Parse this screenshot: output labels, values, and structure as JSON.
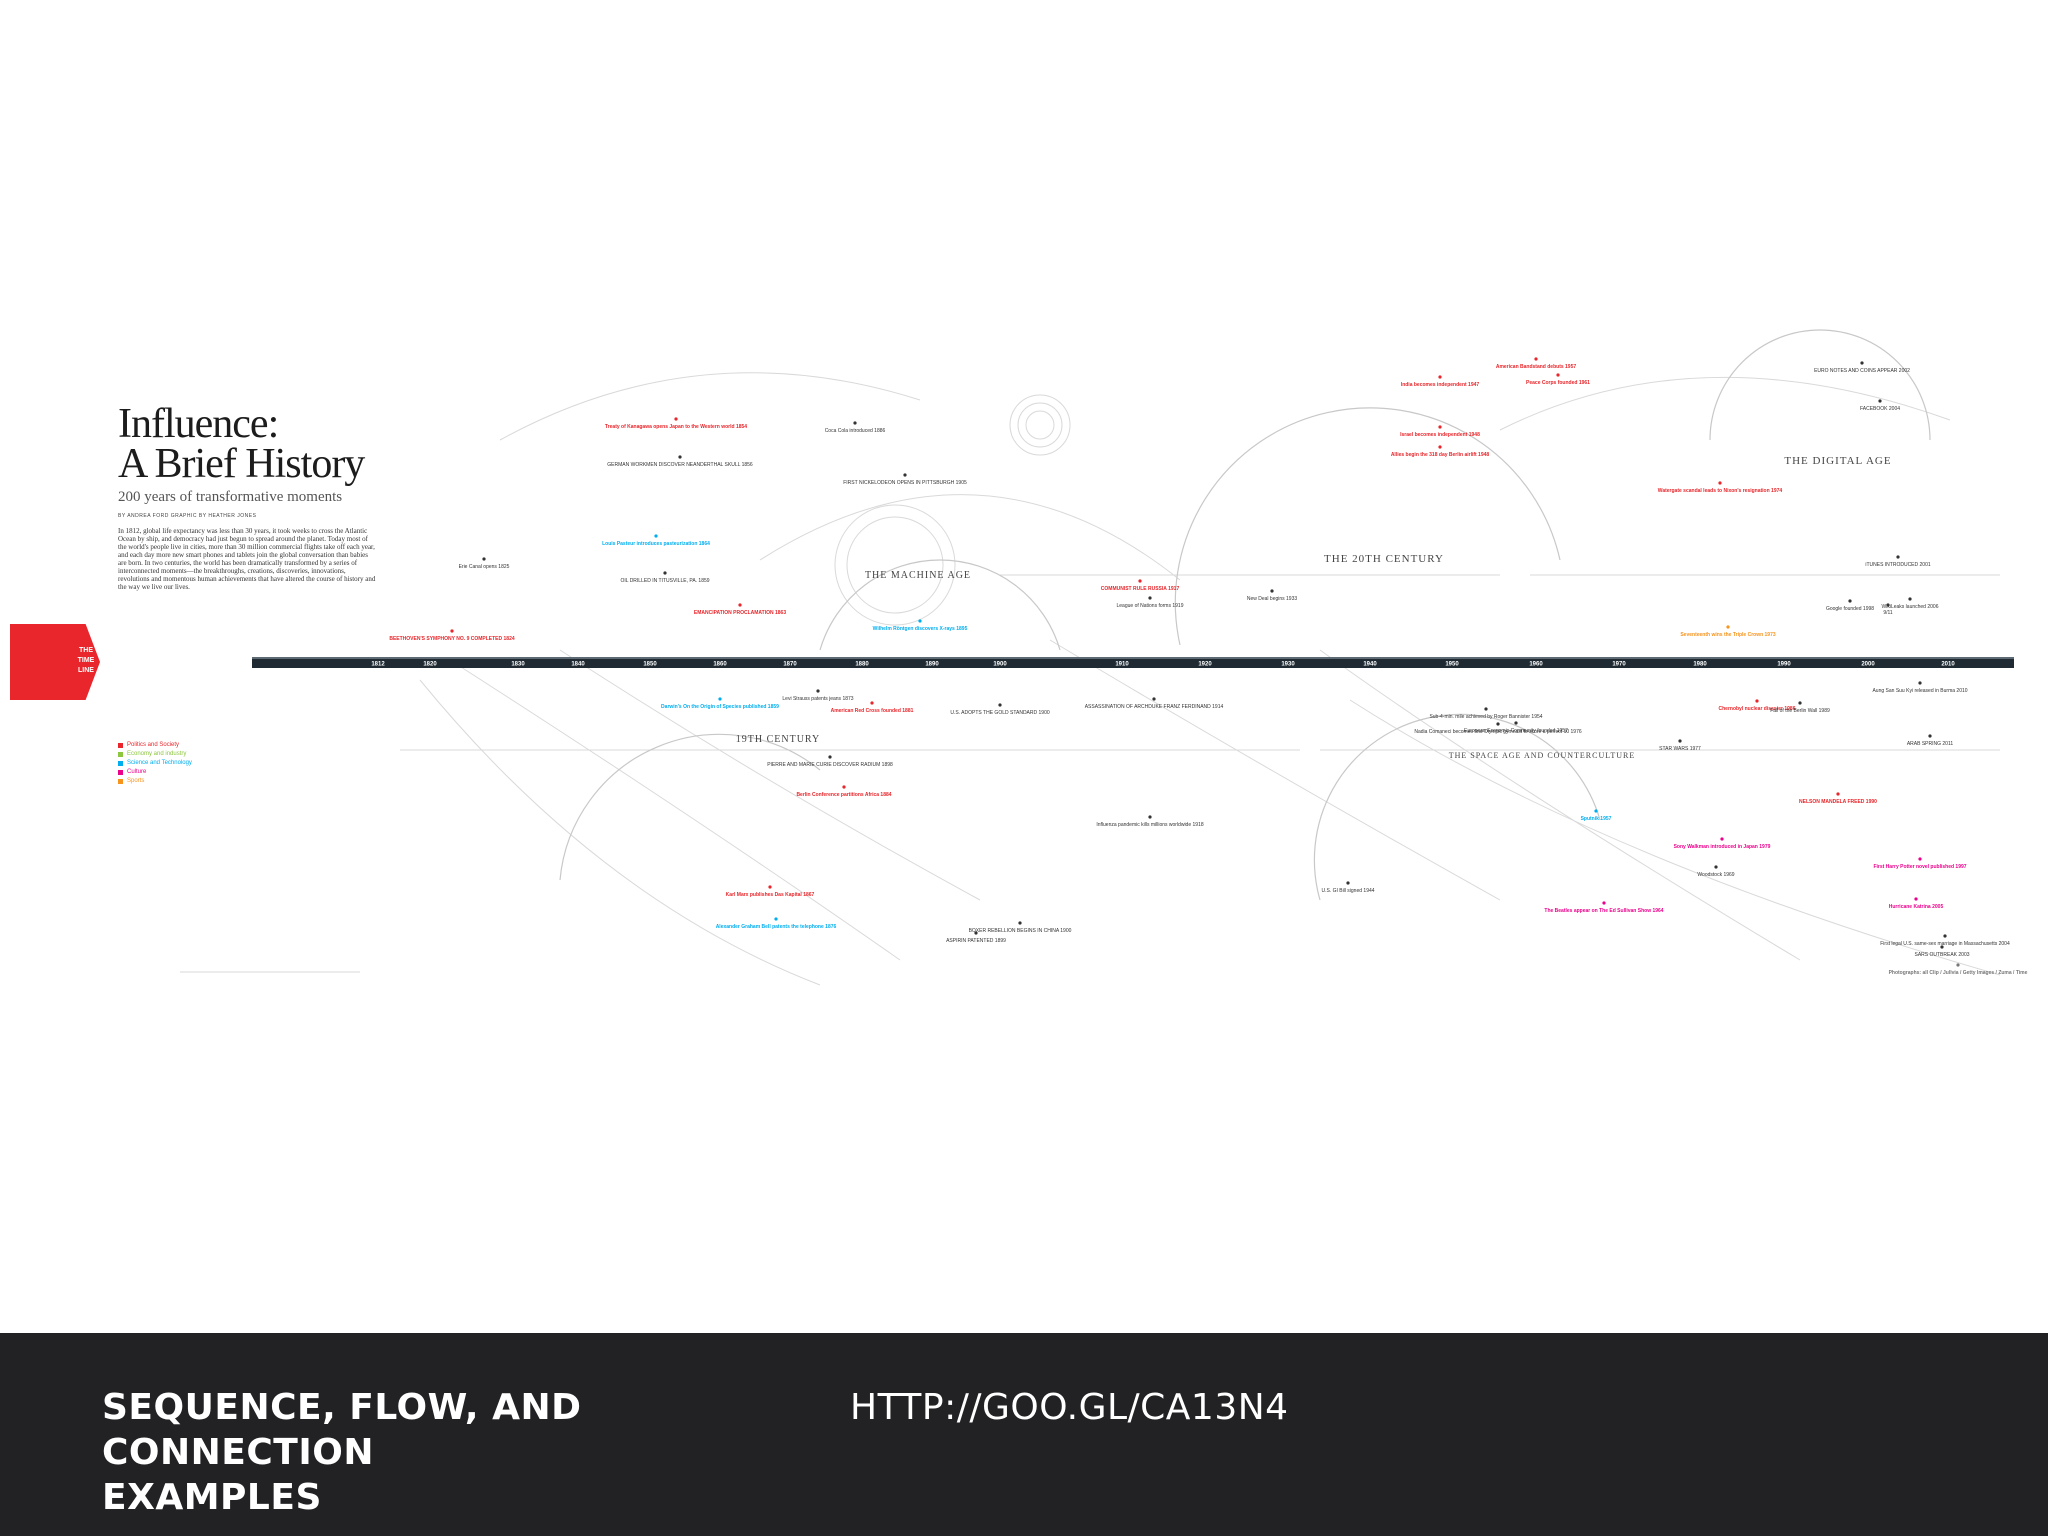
{
  "infographic": {
    "title_line1": "Influence:",
    "title_line2": "A Brief History",
    "subtitle": "200 years of transformative moments",
    "byline": "BY ANDREA FORD     GRAPHIC BY HEATHER JONES",
    "intro": "In 1812, global life expectancy was less than 30 years, it took weeks to cross the Atlantic Ocean by ship, and democracy had just begun to spread around the planet. Today most of the world's people live in cities, more than 30 million commercial flights take off each year, and each day more new smart phones and tablets join the global conversation than babies are born. In two centuries, the world has been dramatically transformed by a series of interconnected moments—the breakthroughs, creations, discoveries, innovations, revolutions and momentous human achievements that have altered the course of history and the way we live our lives.",
    "tab_label": "THE\nTIME\nLINE",
    "legend": [
      {
        "label": "Politics and Society",
        "color": "#e8262b"
      },
      {
        "label": "Economy and industry",
        "color": "#8dc63f"
      },
      {
        "label": "Science and Technology",
        "color": "#00aeef"
      },
      {
        "label": "Culture",
        "color": "#ec008c"
      },
      {
        "label": "Sports",
        "color": "#f7941d"
      }
    ],
    "years": [
      "1812",
      "1820",
      "1830",
      "1840",
      "1850",
      "1860",
      "1870",
      "1880",
      "1890",
      "1900",
      "1910",
      "1920",
      "1930",
      "1940",
      "1950",
      "1960",
      "1970",
      "1980",
      "1990",
      "2000",
      "2010"
    ],
    "eras": [
      "THE MACHINE AGE",
      "19TH CENTURY",
      "THE 20TH CENTURY",
      "THE SPACE AGE AND COUNTERCULTURE",
      "THE DIGITAL AGE"
    ],
    "events": [
      {
        "text": "Erie Canal opens 1825",
        "color": "#333333"
      },
      {
        "text": "BEETHOVEN'S SYMPHONY NO. 9 COMPLETED 1824",
        "color": "#e8262b"
      },
      {
        "text": "Treaty of Kanagawa opens Japan to the Western world 1854",
        "color": "#e8262b"
      },
      {
        "text": "GERMAN WORKMEN DISCOVER NEANDERTHAL SKULL 1856",
        "color": "#333333"
      },
      {
        "text": "Louis Pasteur introduces pasteurization 1864",
        "color": "#00aeef"
      },
      {
        "text": "OIL DRILLED IN TITUSVILLE, PA. 1859",
        "color": "#333333"
      },
      {
        "text": "EMANCIPATION PROCLAMATION 1863",
        "color": "#e8262b"
      },
      {
        "text": "Coca Cola introduced 1886",
        "color": "#333333"
      },
      {
        "text": "FIRST NICKELODEON OPENS IN PITTSBURGH 1905",
        "color": "#333333"
      },
      {
        "text": "Wilhelm Röntgen discovers X-rays 1895",
        "color": "#00aeef"
      },
      {
        "text": "COMMUNIST RULE RUSSIA 1917",
        "color": "#e8262b"
      },
      {
        "text": "League of Nations forms 1919",
        "color": "#333333"
      },
      {
        "text": "New Deal begins 1933",
        "color": "#333333"
      },
      {
        "text": "India becomes independent 1947",
        "color": "#e8262b"
      },
      {
        "text": "Israel becomes independent 1948",
        "color": "#e8262b"
      },
      {
        "text": "Allies begin the 318 day Berlin airlift 1948",
        "color": "#e8262b"
      },
      {
        "text": "American Bandstand debuts 1957",
        "color": "#e8262b"
      },
      {
        "text": "Peace Corps founded 1961",
        "color": "#e8262b"
      },
      {
        "text": "Watergate scandal leads to Nixon's resignation 1974",
        "color": "#e8262b"
      },
      {
        "text": "FACEBOOK 2004",
        "color": "#333333"
      },
      {
        "text": "EURO NOTES AND COINS APPEAR 2002",
        "color": "#333333"
      },
      {
        "text": "iTUNES INTRODUCED 2001",
        "color": "#333333"
      },
      {
        "text": "WikiLeaks launched 2006",
        "color": "#333333"
      },
      {
        "text": "Google founded 1998",
        "color": "#333333"
      },
      {
        "text": "9/11",
        "color": "#333333"
      },
      {
        "text": "Seventeenth wins the Triple Crown 1973",
        "color": "#f7941d"
      },
      {
        "text": "Darwin's On the Origin of Species published 1859",
        "color": "#00aeef"
      },
      {
        "text": "Levi Strauss patents jeans 1873",
        "color": "#333333"
      },
      {
        "text": "American Red Cross founded 1881",
        "color": "#e8262b"
      },
      {
        "text": "U.S. ADOPTS THE GOLD STANDARD 1900",
        "color": "#333333"
      },
      {
        "text": "PIERRE AND MARIE CURIE DISCOVER RADIUM 1898",
        "color": "#333333"
      },
      {
        "text": "Berlin Conference partitions Africa 1884",
        "color": "#e8262b"
      },
      {
        "text": "Karl Marx publishes Das Kapital 1867",
        "color": "#e8262b"
      },
      {
        "text": "Alexander Graham Bell patents the telephone 1876",
        "color": "#00aeef"
      },
      {
        "text": "ASPIRIN PATENTED 1899",
        "color": "#333333"
      },
      {
        "text": "BOXER REBELLION BEGINS IN CHINA 1900",
        "color": "#333333"
      },
      {
        "text": "ASSASSINATION OF ARCHDUKE FRANZ FERDINAND 1914",
        "color": "#333333"
      },
      {
        "text": "Influenza pandemic kills millions worldwide 1918",
        "color": "#333333"
      },
      {
        "text": "Sub-4-min. mile achieved by Roger Bannister 1954",
        "color": "#333333"
      },
      {
        "text": "European Economic Community founded 1957",
        "color": "#333333"
      },
      {
        "text": "Nadia Comaneci becomes first Olympic gymnast to score a perfect 10 1976",
        "color": "#333333"
      },
      {
        "text": "STAR WARS 1977",
        "color": "#333333"
      },
      {
        "text": "Sony Walkman introduced in Japan 1979",
        "color": "#ec008c"
      },
      {
        "text": "Chernobyl nuclear disaster 1986",
        "color": "#e8262b"
      },
      {
        "text": "Fall of the Berlin Wall 1989",
        "color": "#333333"
      },
      {
        "text": "NELSON MANDELA FREED 1990",
        "color": "#e8262b"
      },
      {
        "text": "First Harry Potter novel published 1997",
        "color": "#ec008c"
      },
      {
        "text": "Hurricane Katrina 2005",
        "color": "#ec008c"
      },
      {
        "text": "SARS OUTBREAK 2003",
        "color": "#333333"
      },
      {
        "text": "First legal U.S. same-sex marriage in Massachusetts 2004",
        "color": "#333333"
      },
      {
        "text": "Aung San Suu Kyi released in Burma 2010",
        "color": "#333333"
      },
      {
        "text": "ARAB SPRING 2011",
        "color": "#333333"
      },
      {
        "text": "Woodstock 1969",
        "color": "#333333"
      },
      {
        "text": "Sputnik 1957",
        "color": "#00aeef"
      },
      {
        "text": "U.S. GI Bill signed 1944",
        "color": "#333333"
      },
      {
        "text": "The Beatles appear on The Ed Sullivan Show 1964",
        "color": "#ec008c"
      },
      {
        "text": "Photographs: all Clip / Jullvia / Getty Images / Zuma / Time",
        "color": "#777777"
      }
    ]
  },
  "slide": {
    "heading_line1": "SEQUENCE, FLOW, AND CONNECTION",
    "heading_line2": "EXAMPLES",
    "url": "HTTP://GOO.GL/CA13N4"
  }
}
